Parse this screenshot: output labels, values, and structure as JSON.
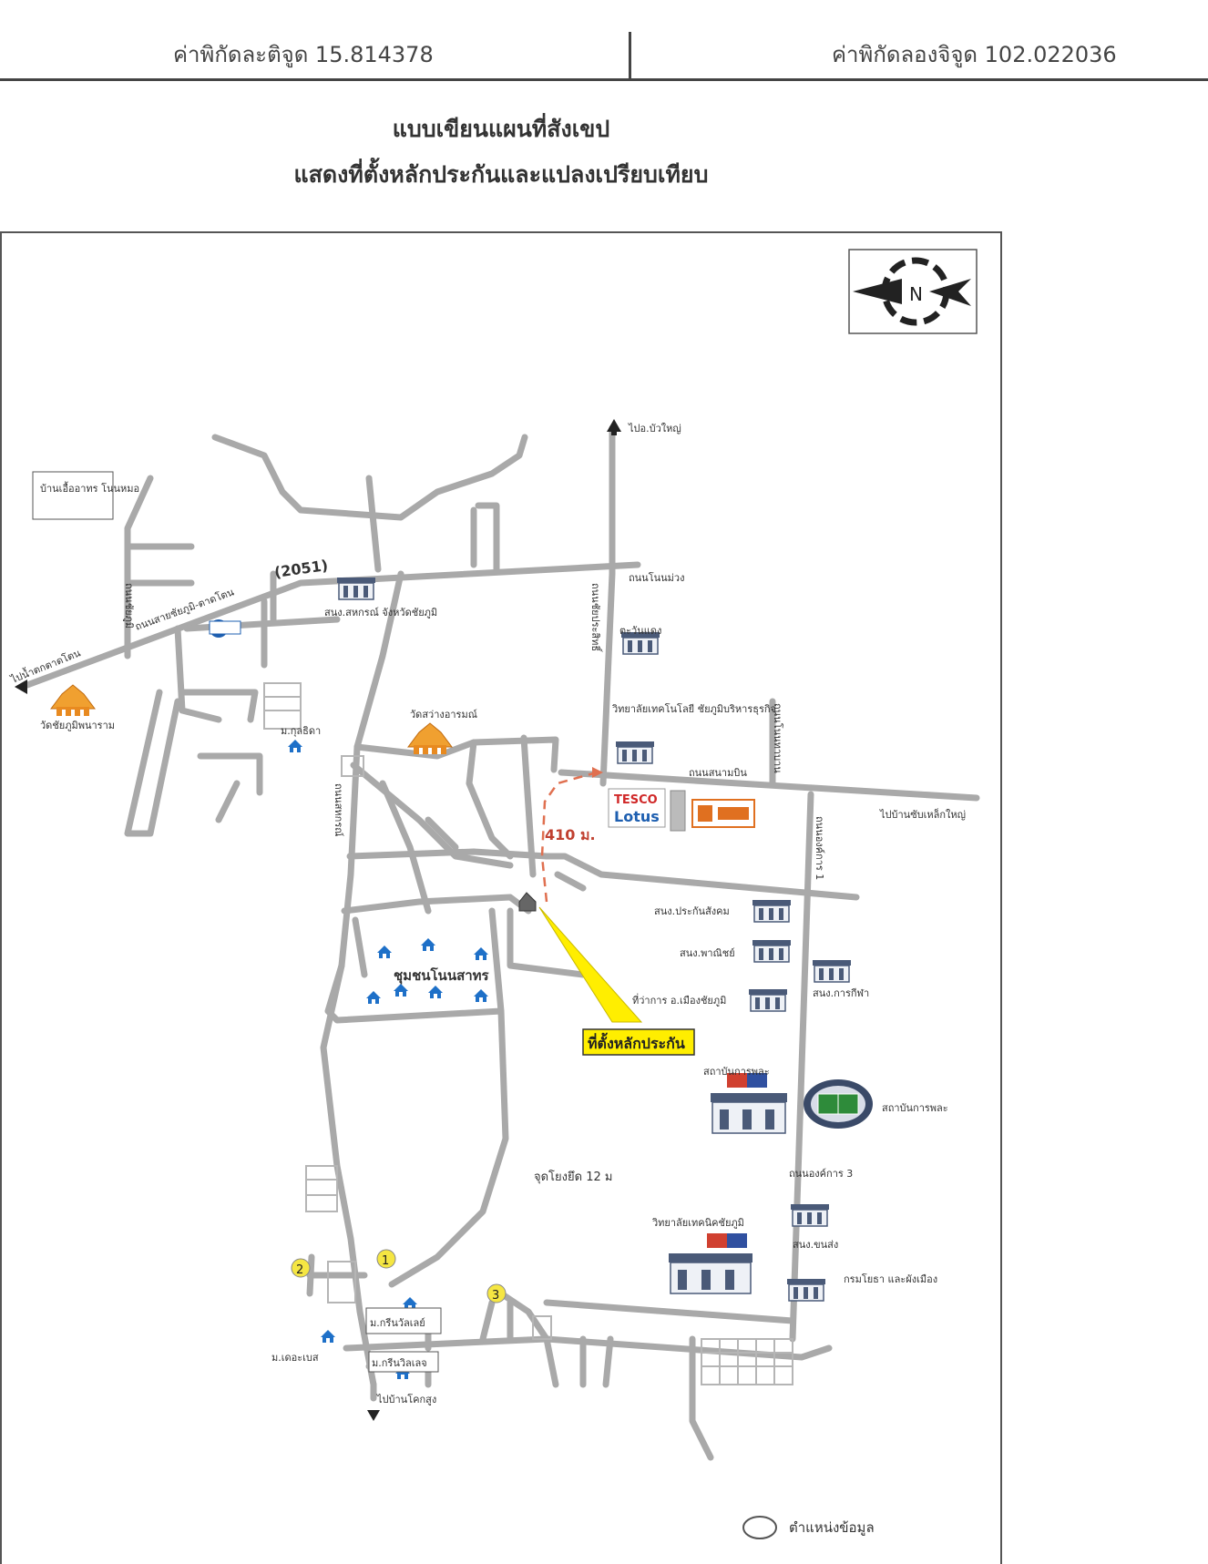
{
  "header": {
    "latitude": "ค่าพิกัดละติจูด 15.814378",
    "longitude": "ค่าพิกัดลองจิจูด 102.022036"
  },
  "title": {
    "line1": "แบบเขียนแผนที่สังเขป",
    "line2": "แสดงที่ตั้งหลักประกันและแปลงเปรียบเทียบ"
  },
  "map": {
    "compass": "N",
    "labels": {
      "village_food": "บ้านเอื้ออาทร โนนหมอ",
      "to_buayai": "ไปอ.บัวใหญ่",
      "highway": "ถนนสายชัยภูมิ-ตาดโตน",
      "highway_no": "(2051)",
      "to_tatton": "ไปน้ำตกตาดโตน",
      "wat_left": "วัดชัยภูมิพนาราม",
      "coop": "สนง.สหกรณ์ จังหวัดชัยภูมิ",
      "road_phapang": "ถนนโนนม่วง",
      "road_bypass": "ถนนชัยประสิทธิ์",
      "tawandaeng": "ตะวันแดง",
      "college_tech": "วิทยาลัยเทคโนโลยี ชัยภูมิบริหารธุรกิจ",
      "road_sanambin": "ถนนสนามบิน",
      "road_nonmuang": "ถนนโนนทาบาน",
      "wat_center": "วัดสว่างอารมณ์",
      "muban_kulthida": "ม.กุลธิดา",
      "road_left_v": "ถนนชัยภูมิ",
      "road_sathit": "ถนนสหกรณ์",
      "distance": "410 ม.",
      "tesco": "TESCO",
      "lotus": "Lotus",
      "to_bannongyai": "ไปบ้านซับเหล็กใหญ่",
      "road_bypass1": "ถนนองค์การ 1",
      "social_sec": "สนง.ประกันสังคม",
      "commerce": "สนง.พาณิชย์",
      "district": "ที่ว่าการ อ.เมืองชัยภูมิ",
      "sport_office": "สนง.การกีฬา",
      "community": "ชุมชนโนนสาทร",
      "collateral": "ที่ตั้งหลักประกัน",
      "stadium_inst": "สถาบันการพละ",
      "stadium": "สถาบันการพละ",
      "road_bypass3": "ถนนองค์การ 3",
      "landmark_12": "จุดโยงยึด 12 ม",
      "tech_college": "วิทยาลัยเทคนิคชัยภูมิ",
      "transport": "สนง.ขนส่ง",
      "public_works": "กรมโยธา และผังเมือง",
      "muban_greenvalley": "ม.กรีนวัลเลย์",
      "muban_thebase": "ม.เดอะเบส",
      "muban_greenvalley2": "ม.กรีนวิลเลจ",
      "to_bankoksung": "ไปบ้านโคกสูง",
      "legend": "ตำแหน่งข้อมูล",
      "marker1": "1",
      "marker2": "2",
      "marker3": "3"
    },
    "colors": {
      "road": "#a9a9a9",
      "route": "#e07050",
      "temple": "#f0a030",
      "callout": "#ffee00",
      "marker": "#f5e642",
      "house": "#1e70c8"
    }
  }
}
